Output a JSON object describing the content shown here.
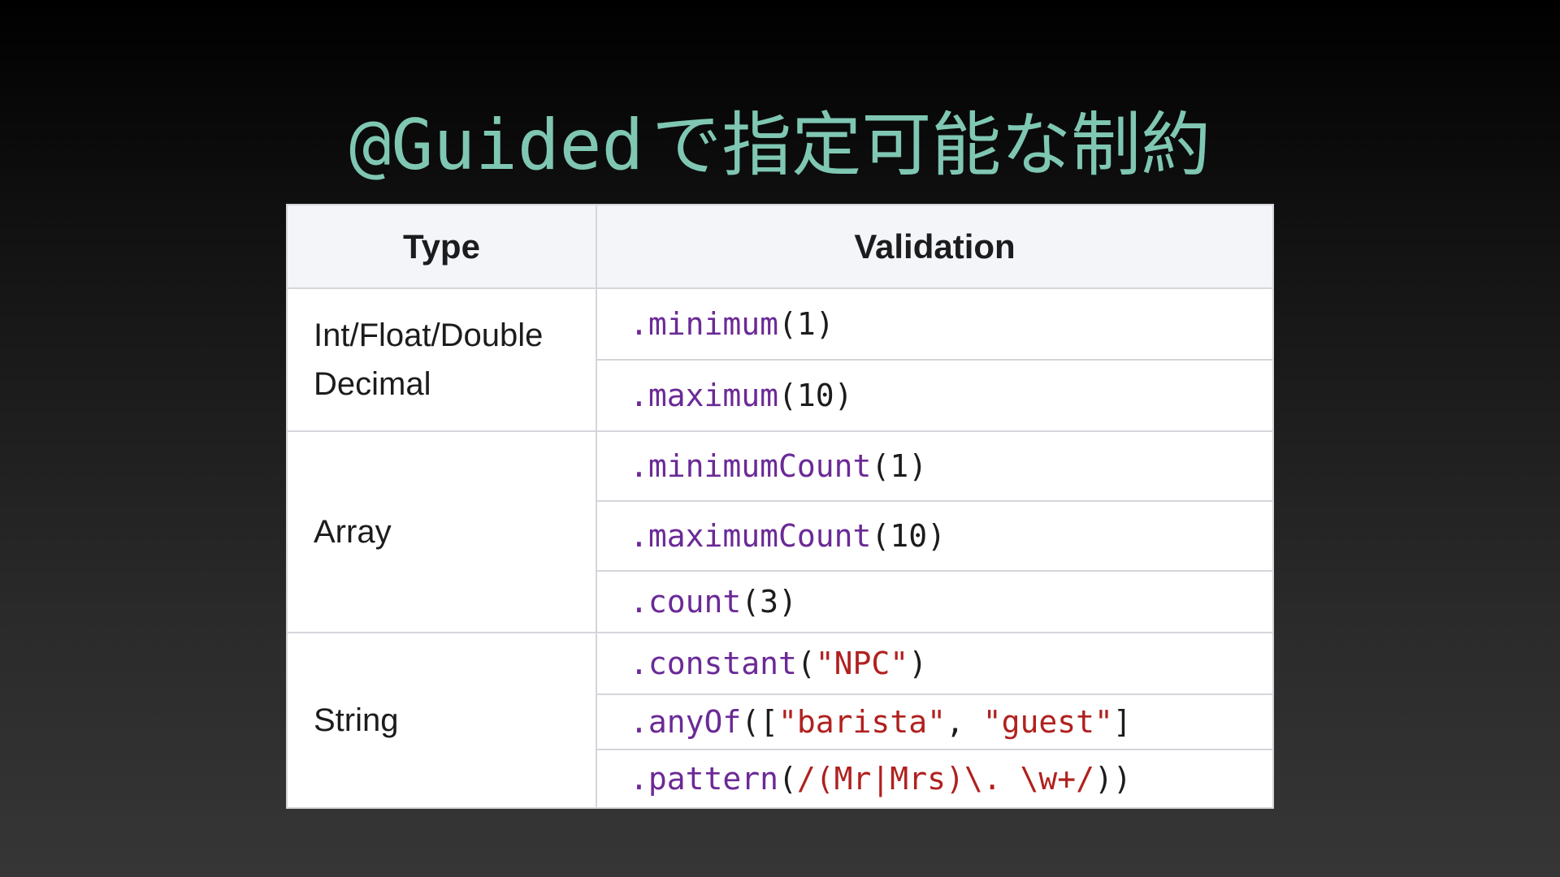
{
  "title": {
    "code": "@Guided",
    "text": "で指定可能な制約"
  },
  "table": {
    "headers": {
      "type": "Type",
      "validation": "Validation"
    },
    "groups": [
      {
        "type_lines": [
          "Int/Float/Double",
          "Decimal"
        ],
        "rows": [
          {
            "fn": ".minimum",
            "open": "(",
            "arg": "1",
            "close": ")"
          },
          {
            "fn": ".maximum",
            "open": "(",
            "arg": "10",
            "close": ")"
          }
        ]
      },
      {
        "type_lines": [
          "Array"
        ],
        "rows": [
          {
            "fn": ".minimumCount",
            "open": "(",
            "arg": "1",
            "close": ")"
          },
          {
            "fn": ".maximumCount",
            "open": "(",
            "arg": "10",
            "close": ")"
          },
          {
            "fn": ".count",
            "open": "(",
            "arg": "3",
            "close": ")"
          }
        ]
      },
      {
        "type_lines": [
          "String"
        ],
        "rows": [
          {
            "fn": ".constant",
            "open": "(",
            "str": "\"NPC\"",
            "close": ")"
          },
          {
            "fn": ".anyOf",
            "open": "([",
            "str1": "\"barista\"",
            "sep": ", ",
            "str2": "\"guest\"",
            "close": "]"
          },
          {
            "fn": ".pattern",
            "open": "(",
            "regex": "/(Mr|Mrs)\\. \\w+/",
            "close": "))"
          }
        ]
      }
    ]
  },
  "colors": {
    "title": "#7fc7b3",
    "function": "#6b2a96",
    "string": "#b0211f",
    "header_bg": "#f4f5f8",
    "border": "#d4d6db"
  }
}
